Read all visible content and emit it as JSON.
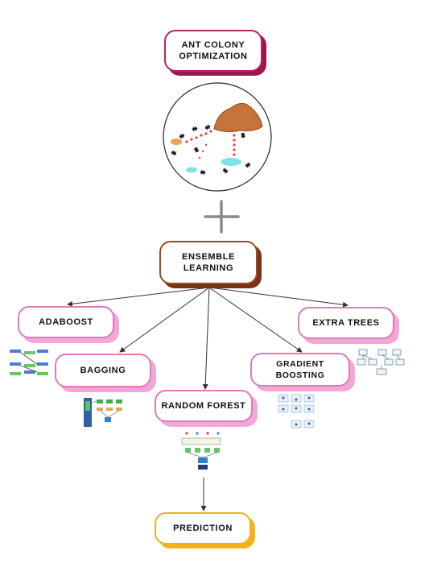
{
  "nodes": {
    "aco": {
      "line1": "ANT COLONY",
      "line2": "OPTIMIZATION",
      "border": "#b5265f",
      "shadow": "#a0134f"
    },
    "ensemble": {
      "line1": "ENSEMBLE",
      "line2": "LEARNING",
      "border": "#9c4a25",
      "shadow": "#7a3212"
    },
    "adaboost": {
      "label": "ADABOOST",
      "border": "#e07ab8",
      "shadow": "#f2a8d6"
    },
    "extra_trees": {
      "label": "EXTRA TREES",
      "border": "#e07ab8",
      "shadow": "#f2a8d6"
    },
    "bagging": {
      "label": "BAGGING",
      "border": "#e07ab8",
      "shadow": "#f2a8d6"
    },
    "gradient_boosting": {
      "label": "GRADIENT BOOSTING",
      "border": "#e07ab8",
      "shadow": "#f2a8d6"
    },
    "random_forest": {
      "label": "RANDOM FOREST",
      "border": "#e07ab8",
      "shadow": "#f2a8d6"
    },
    "prediction": {
      "label": "PREDICTION",
      "border": "#f0b020",
      "shadow": "#f2b31a"
    }
  },
  "colors": {
    "plus": "#8a8a8a",
    "food_pile": "#c7743a",
    "pheromone": "#e8433a",
    "nest_water": "#7de3e3",
    "nest_orange": "#f0a15c",
    "ant": "#1a1a1a",
    "arrow": "#333333"
  }
}
